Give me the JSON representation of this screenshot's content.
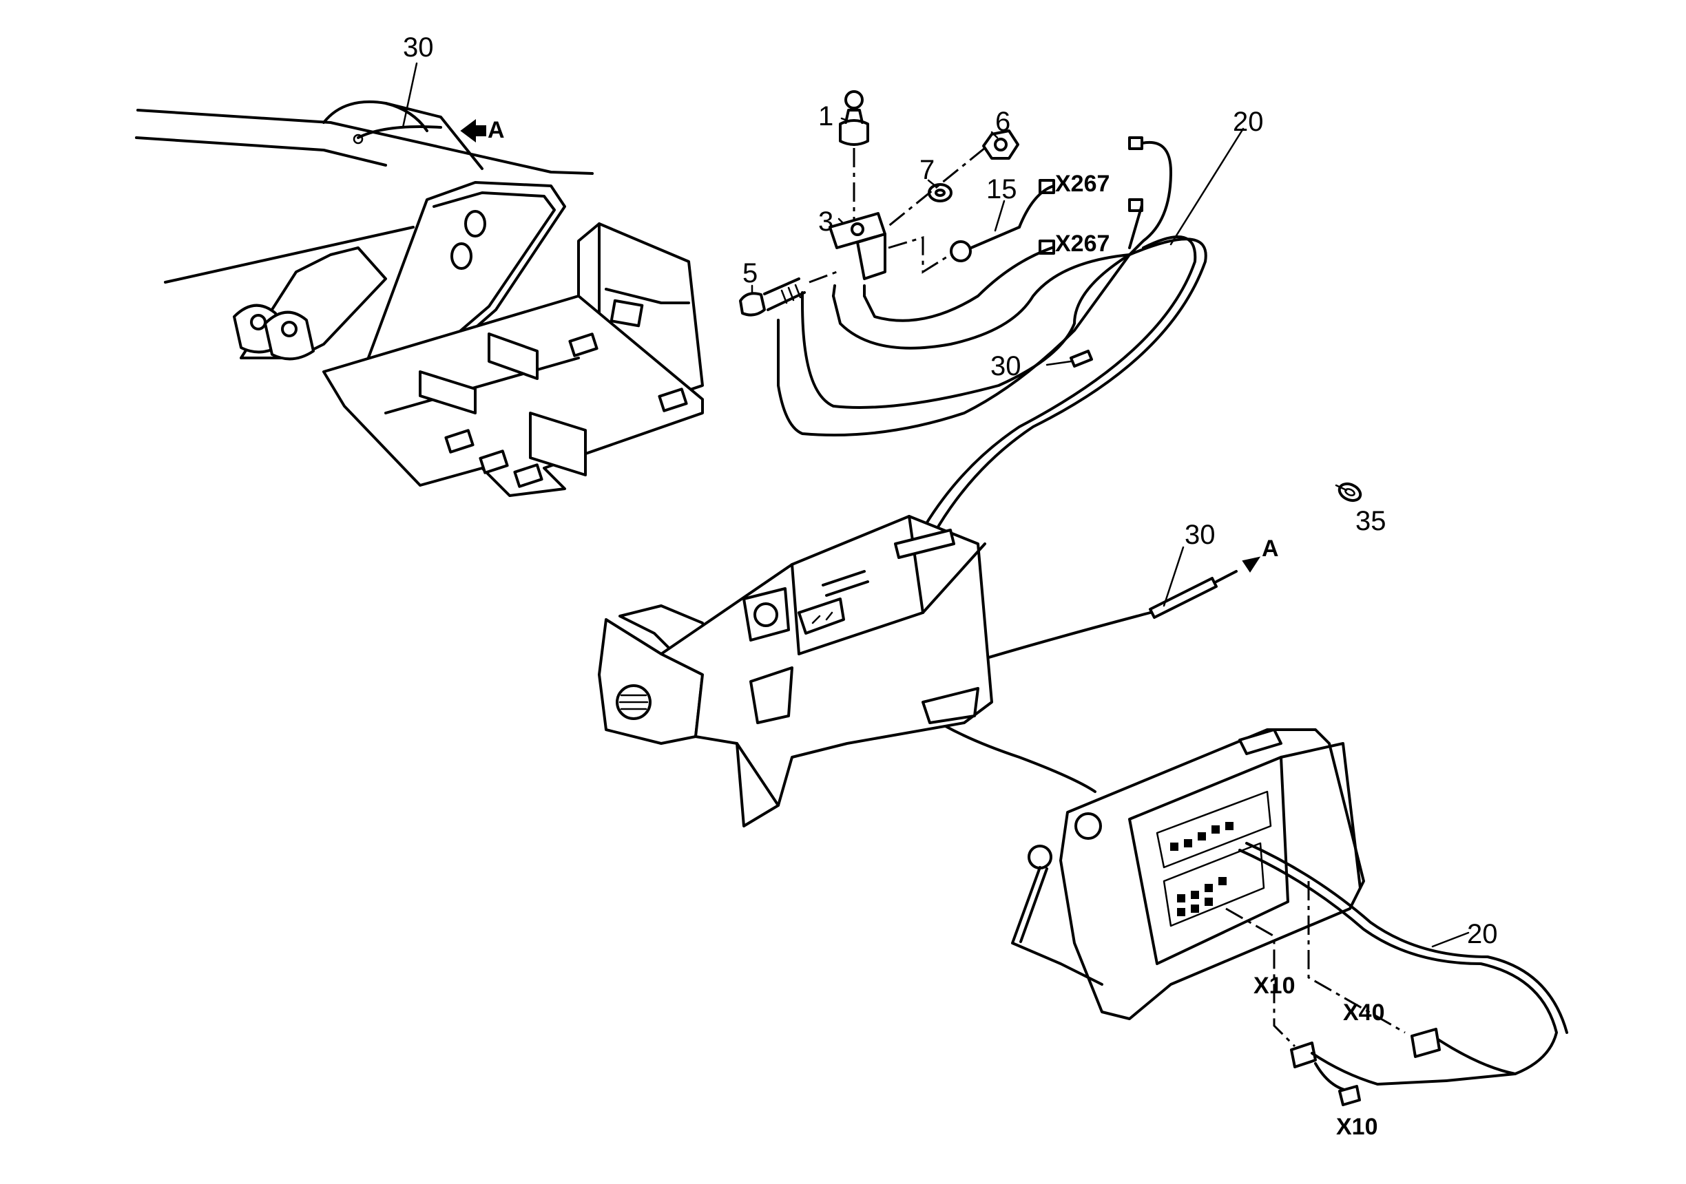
{
  "callouts": {
    "c30_top": "30",
    "a_top": "A",
    "c1": "1",
    "c6": "6",
    "c7": "7",
    "c3": "3",
    "c15": "15",
    "c5": "5",
    "x267_upper": "X267",
    "x267_lower": "X267",
    "c20_top": "20",
    "c30_mid": "30",
    "c35": "35",
    "c30_right": "30",
    "a_right": "A",
    "c20_bottom": "20",
    "x10_upper": "X10",
    "x40": "X40",
    "x10_lower": "X10"
  }
}
